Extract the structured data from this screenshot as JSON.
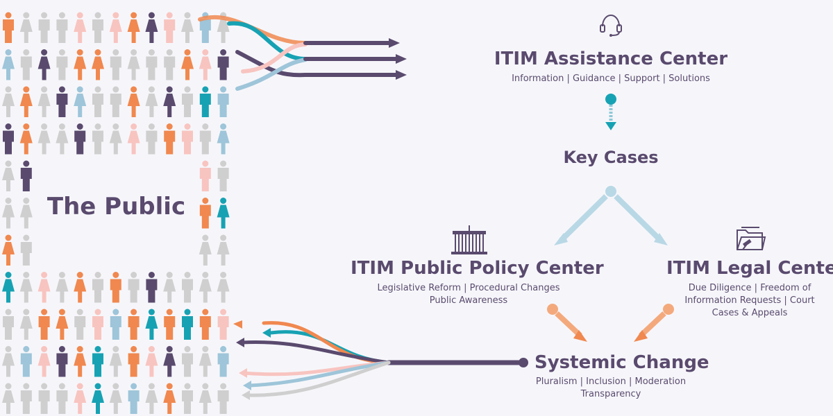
{
  "public": {
    "label": "The Public"
  },
  "assistance_center": {
    "title": "ITIM Assistance Center",
    "subtitle": "Information | Guidance | Support | Solutions",
    "icon": "headset-icon"
  },
  "key_cases": {
    "title": "Key Cases"
  },
  "public_policy_center": {
    "title": "ITIM Public Policy Center",
    "subtitle_line1": "Legislative Reform | Procedural Changes",
    "subtitle_line2": "Public Awareness",
    "icon": "parliament-building-icon"
  },
  "legal_center": {
    "title": "ITIM Legal Center",
    "subtitle_line1": "Due Diligence | Freedom of",
    "subtitle_line2": "Information Requests | Court",
    "subtitle_line3": "Cases & Appeals",
    "icon": "legal-folder-gavel-icon"
  },
  "systemic_change": {
    "title": "Systemic Change",
    "subtitle_line1": "Pluralism | Inclusion | Moderation",
    "subtitle_line2": "Transparency"
  },
  "colors": {
    "purple": "#5a4a6e",
    "teal": "#17a2b3",
    "orange": "#f0884f",
    "pink": "#f8c4c0",
    "light_blue": "#9ec5d9",
    "gray": "#cfcfcf",
    "background": "#f6f6fa"
  }
}
